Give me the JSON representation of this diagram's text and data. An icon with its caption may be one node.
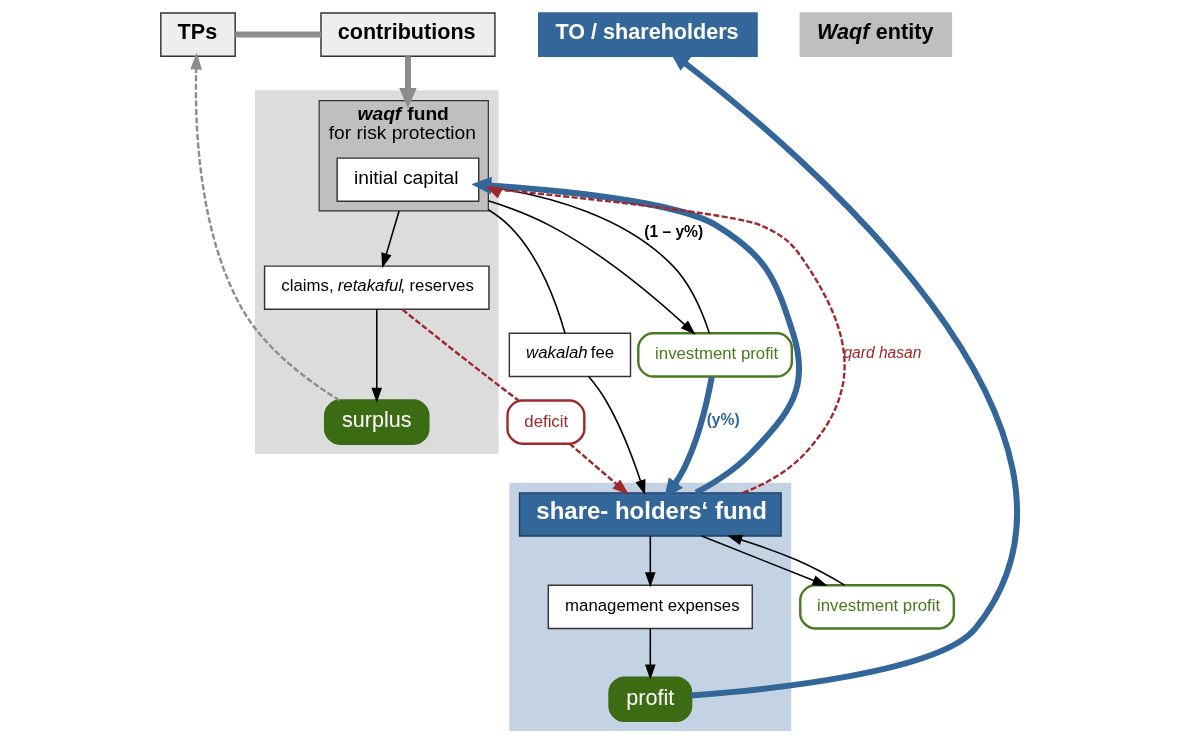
{
  "diagram": {
    "nodes": [
      {
        "text": [
          "TPs"
        ]
      },
      {
        "text": [
          "contributions"
        ]
      },
      {
        "text": [
          "*Waqf* entity"
        ]
      },
      {
        "text": [],
        "shape": "band"
      },
      {
        "text": [
          "*waqf* fund",
          "for risk protection"
        ],
        "in": 3
      },
      {
        "text": [
          "initial capital"
        ],
        "in": 4
      },
      {
        "text": [
          "*wakalah* fee"
        ]
      },
      {
        "text": [
          "investment profit"
        ]
      },
      {
        "text": [
          "claims, *retakaful*, reserves"
        ],
        "in": 3
      },
      {
        "text": [
          "surplus"
        ],
        "in": 3
      },
      {
        "text": [
          "deficit"
        ]
      },
      {
        "text": [
          "TO / shareholders"
        ]
      },
      {
        "text": [],
        "shape": "band"
      },
      {
        "text": [
          "share- holders‘ fund"
        ],
        "in": 12
      },
      {
        "text": [
          "investment profit"
        ]
      },
      {
        "text": [
          "management expenses"
        ],
        "in": 12
      },
      {
        "text": [
          "profit"
        ],
        "in": 12
      }
    ],
    "edges": [
      {
        "from": 0,
        "to": 1,
        "arrow": "none",
        "style": "thick",
        "color": "#8c8c8c"
      },
      {
        "from": 1,
        "to": 4,
        "arrow": "to",
        "style": "thick",
        "color": "#8c8c8c"
      },
      {
        "from": 13,
        "to": 5,
        "arrow": "to",
        "style": "thick",
        "color": "#336699"
      },
      {
        "from": 4,
        "to": 6,
        "arrow": "none"
      },
      {
        "from": 6,
        "to": 13,
        "arrow": "to"
      },
      {
        "from": 4,
        "to": 7,
        "arrow": "to"
      },
      {
        "from": 7,
        "to": 13,
        "arrow": "to",
        "label": "(y%)",
        "style": "thick",
        "color": "#336699"
      },
      {
        "from": 7,
        "to": 4,
        "arrow": "to",
        "label": "(1 – y%)"
      },
      {
        "from": 13,
        "to": 4,
        "arrow": "to",
        "label": "*qard hasan*",
        "style": "dashed",
        "color": "#a0282d"
      },
      {
        "from": 4,
        "to": 8,
        "arrow": "to"
      },
      {
        "from": 8,
        "to": 9,
        "arrow": "to"
      },
      {
        "from": 8,
        "to": 10,
        "arrow": "none",
        "style": "dashed",
        "color": "#a0282d"
      },
      {
        "from": 10,
        "to": 13,
        "arrow": "to",
        "style": "dashed",
        "color": "#a0282d"
      },
      {
        "from": 13,
        "to": 14,
        "arrow": "to"
      },
      {
        "from": 14,
        "to": 13,
        "arrow": "to"
      },
      {
        "from": 13,
        "to": 15,
        "arrow": "to"
      },
      {
        "from": 15,
        "to": 16,
        "arrow": "to"
      },
      {
        "from": 16,
        "to": 11,
        "arrow": "to",
        "style": "thick",
        "color": "#336699"
      },
      {
        "from": 9,
        "to": 0,
        "arrow": "to",
        "style": "dashed",
        "color": "#8c8c8c"
      }
    ]
  }
}
